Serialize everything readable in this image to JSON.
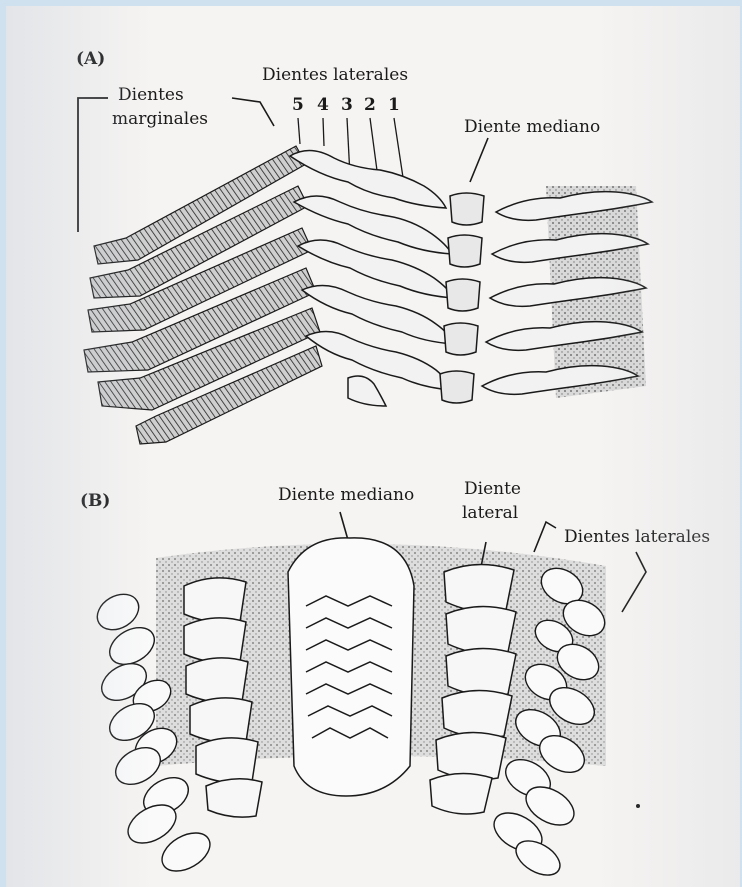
{
  "panel_a": {
    "tag": "(A)",
    "marginal_label_line1": "Dientes",
    "marginal_label_line2": "marginales",
    "lateral_label": "Dientes laterales",
    "lateral_numbers": [
      "5",
      "4",
      "3",
      "2",
      "1"
    ],
    "median_label": "Diente mediano"
  },
  "panel_b": {
    "tag": "(B)",
    "median_label": "Diente mediano",
    "lateral_label_line1": "Diente",
    "lateral_label_line2": "lateral",
    "laterals_label": "Dientes laterales"
  },
  "colors": {
    "ink": "#1a1a1a",
    "paper": "#f6f4f2",
    "shade": "#8a8a8a",
    "frame": "#cfe0ef"
  }
}
